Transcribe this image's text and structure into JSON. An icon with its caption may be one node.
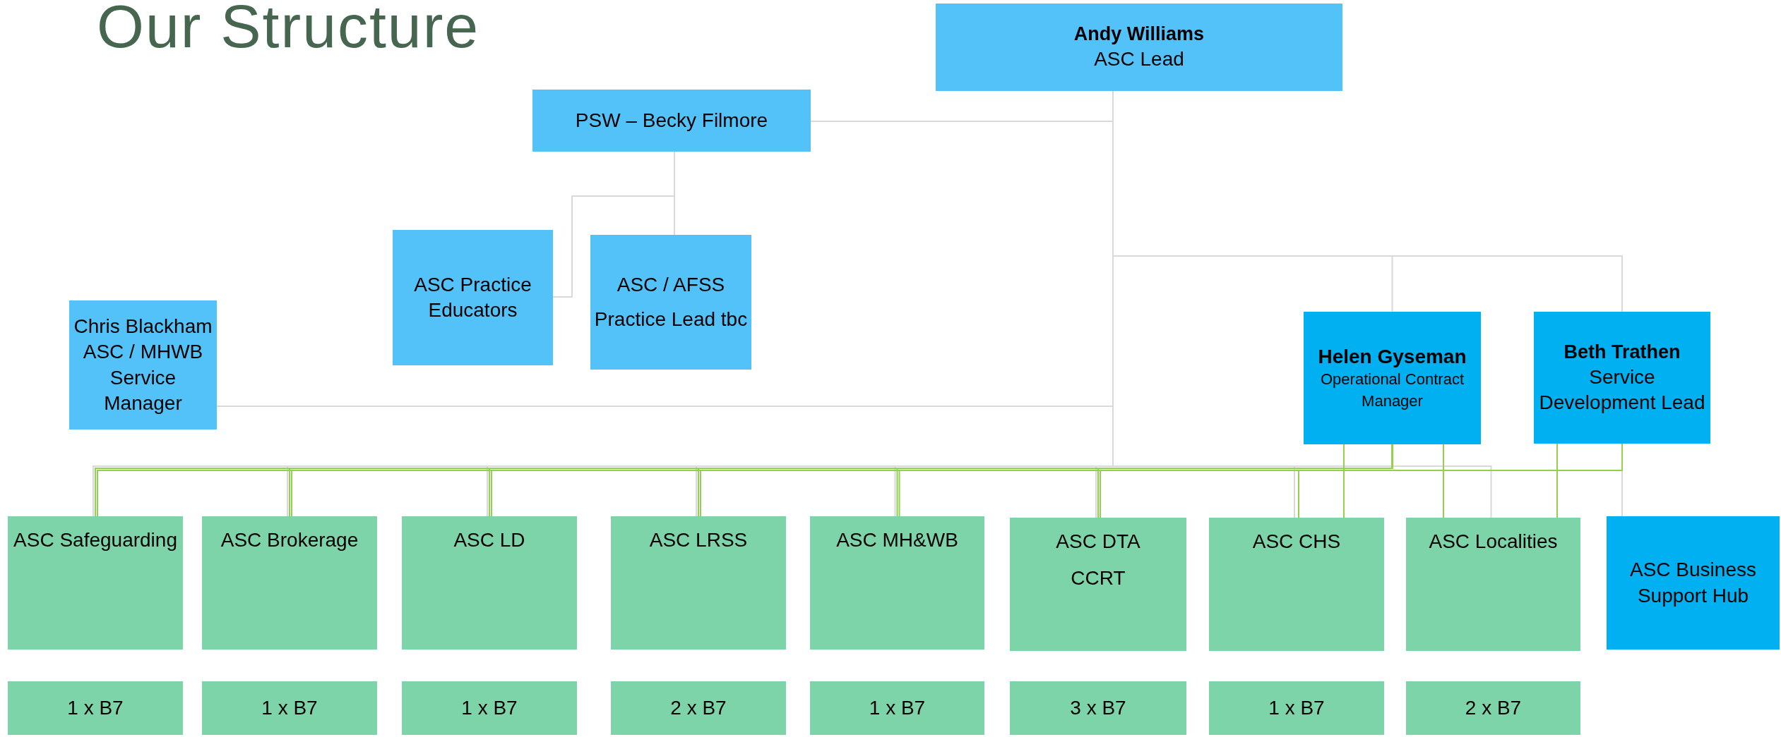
{
  "diagram": {
    "title": "Our Structure",
    "nodes": [
      {
        "text": [
          "Andy Williams",
          "ASC Lead"
        ]
      },
      {
        "text": [
          "PSW – Becky Filmore"
        ]
      },
      {
        "text": [
          "ASC Practice Educators"
        ]
      },
      {
        "text": [
          "ASC / AFSS",
          "Practice Lead tbc"
        ]
      },
      {
        "text": [
          "Chris Blackham ASC / MHWB Service Manager"
        ]
      },
      {
        "text": [
          "Helen Gyseman",
          "Operational Contract Manager"
        ]
      },
      {
        "text": [
          "Beth Trathen",
          "Service Development Lead"
        ]
      },
      {
        "text": [
          "ASC Safeguarding"
        ]
      },
      {
        "text": [
          "ASC Brokerage"
        ]
      },
      {
        "text": [
          "ASC LD"
        ]
      },
      {
        "text": [
          "ASC LRSS"
        ]
      },
      {
        "text": [
          "ASC MH&WB"
        ]
      },
      {
        "text": [
          "ASC DTA",
          "CCRT"
        ]
      },
      {
        "text": [
          "ASC CHS"
        ]
      },
      {
        "text": [
          "ASC Localities"
        ]
      },
      {
        "text": [
          "ASC Business Support Hub"
        ]
      },
      {
        "text": [
          "1 x B7"
        ]
      },
      {
        "text": [
          "1 x B7"
        ]
      },
      {
        "text": [
          "1 x B7"
        ]
      },
      {
        "text": [
          "2 x B7"
        ]
      },
      {
        "text": [
          "1 x B7"
        ]
      },
      {
        "text": [
          "3 x B7"
        ]
      },
      {
        "text": [
          "1 x B7"
        ]
      },
      {
        "text": [
          "2 x B7"
        ]
      }
    ],
    "edges": [
      {
        "from": 0,
        "to": 1,
        "arrow": "none",
        "color": "#d9d9d9"
      },
      {
        "from": 1,
        "to": 2,
        "arrow": "none",
        "color": "#d9d9d9"
      },
      {
        "from": 1,
        "to": 3,
        "arrow": "none",
        "color": "#d9d9d9"
      },
      {
        "from": 0,
        "to": 4,
        "arrow": "none",
        "color": "#d9d9d9"
      },
      {
        "from": 0,
        "to": 5,
        "arrow": "none",
        "color": "#d9d9d9"
      },
      {
        "from": 0,
        "to": 6,
        "arrow": "none",
        "color": "#d9d9d9"
      },
      {
        "from": 0,
        "to": 7,
        "arrow": "none",
        "color": "#d9d9d9"
      },
      {
        "from": 0,
        "to": 8,
        "arrow": "none",
        "color": "#d9d9d9"
      },
      {
        "from": 0,
        "to": 9,
        "arrow": "none",
        "color": "#d9d9d9"
      },
      {
        "from": 0,
        "to": 10,
        "arrow": "none",
        "color": "#d9d9d9"
      },
      {
        "from": 0,
        "to": 11,
        "arrow": "none",
        "color": "#d9d9d9"
      },
      {
        "from": 0,
        "to": 12,
        "arrow": "none",
        "color": "#d9d9d9"
      },
      {
        "from": 0,
        "to": 13,
        "arrow": "none",
        "color": "#d9d9d9"
      },
      {
        "from": 0,
        "to": 14,
        "arrow": "none",
        "color": "#d9d9d9"
      },
      {
        "from": 5,
        "to": 7,
        "arrow": "none"
      },
      {
        "from": 5,
        "to": 8,
        "arrow": "none"
      },
      {
        "from": 5,
        "to": 9,
        "arrow": "none"
      },
      {
        "from": 5,
        "to": 10,
        "arrow": "none"
      },
      {
        "from": 5,
        "to": 11,
        "arrow": "none"
      },
      {
        "from": 5,
        "to": 12,
        "arrow": "none"
      },
      {
        "from": 5,
        "to": 13,
        "arrow": "none"
      },
      {
        "from": 5,
        "to": 14,
        "arrow": "none"
      },
      {
        "from": 6,
        "to": 7,
        "arrow": "none"
      },
      {
        "from": 6,
        "to": 8,
        "arrow": "none"
      },
      {
        "from": 6,
        "to": 9,
        "arrow": "none"
      },
      {
        "from": 6,
        "to": 10,
        "arrow": "none"
      },
      {
        "from": 6,
        "to": 11,
        "arrow": "none"
      },
      {
        "from": 6,
        "to": 12,
        "arrow": "none"
      },
      {
        "from": 6,
        "to": 13,
        "arrow": "none"
      },
      {
        "from": 6,
        "to": 14,
        "arrow": "none"
      },
      {
        "from": 6,
        "to": 15,
        "arrow": "none",
        "color": "#d9d9d9"
      }
    ]
  }
}
